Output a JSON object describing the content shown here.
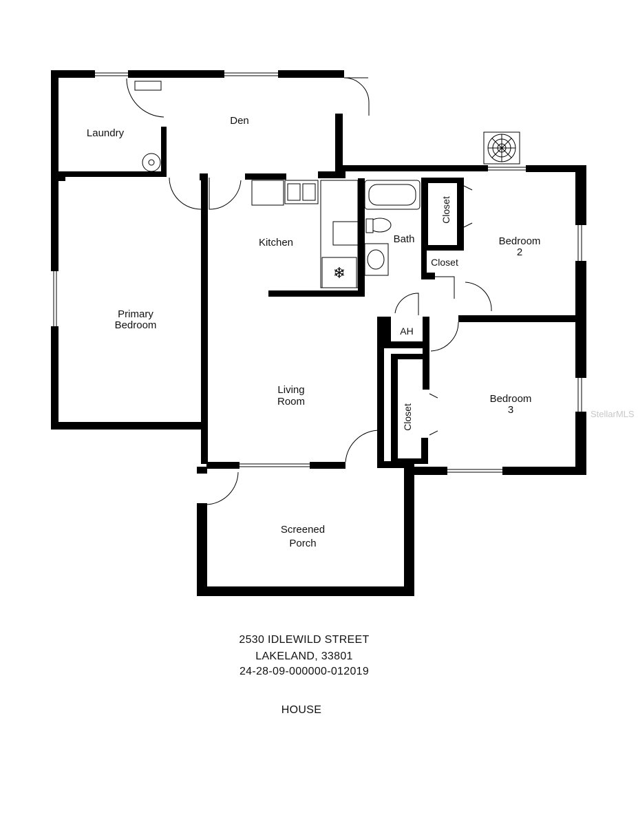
{
  "rooms": {
    "laundry": "Laundry",
    "den": "Den",
    "kitchen": "Kitchen",
    "bath": "Bath",
    "closet_top": "Closet",
    "closet_small": "Closet",
    "bedroom2_line1": "Bedroom",
    "bedroom2_line2": "2",
    "primary_line1": "Primary",
    "primary_line2": "Bedroom",
    "ah": "AH",
    "living_line1": "Living",
    "living_line2": "Room",
    "closet_side": "Closet",
    "bedroom3_line1": "Bedroom",
    "bedroom3_line2": "3",
    "porch_line1": "Screened",
    "porch_line2": "Porch"
  },
  "address": {
    "street": "2530 IDLEWILD STREET",
    "city": "LAKELAND, 33801",
    "parcel": "24-28-09-000000-012019",
    "type": "HOUSE"
  },
  "watermark": "StellarMLS"
}
